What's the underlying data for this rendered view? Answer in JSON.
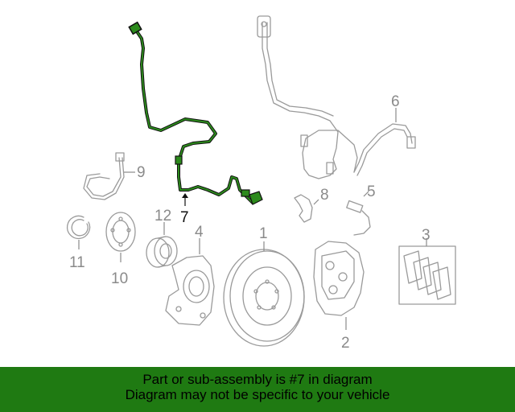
{
  "callouts": {
    "c1": "1",
    "c2": "2",
    "c3": "3",
    "c4": "4",
    "c5": "5",
    "c6": "6",
    "c7": "7",
    "c8": "8",
    "c9": "9",
    "c10": "10",
    "c11": "11",
    "c12": "12"
  },
  "highlight_part": "7",
  "colors": {
    "highlight_wire": "#1f5c14",
    "banner_bg": "#1f7a12",
    "part_line": "#9a9a9a"
  },
  "banner": {
    "line1": "Part or sub-assembly is #7 in diagram",
    "line2": "Diagram may not be specific to your vehicle"
  }
}
